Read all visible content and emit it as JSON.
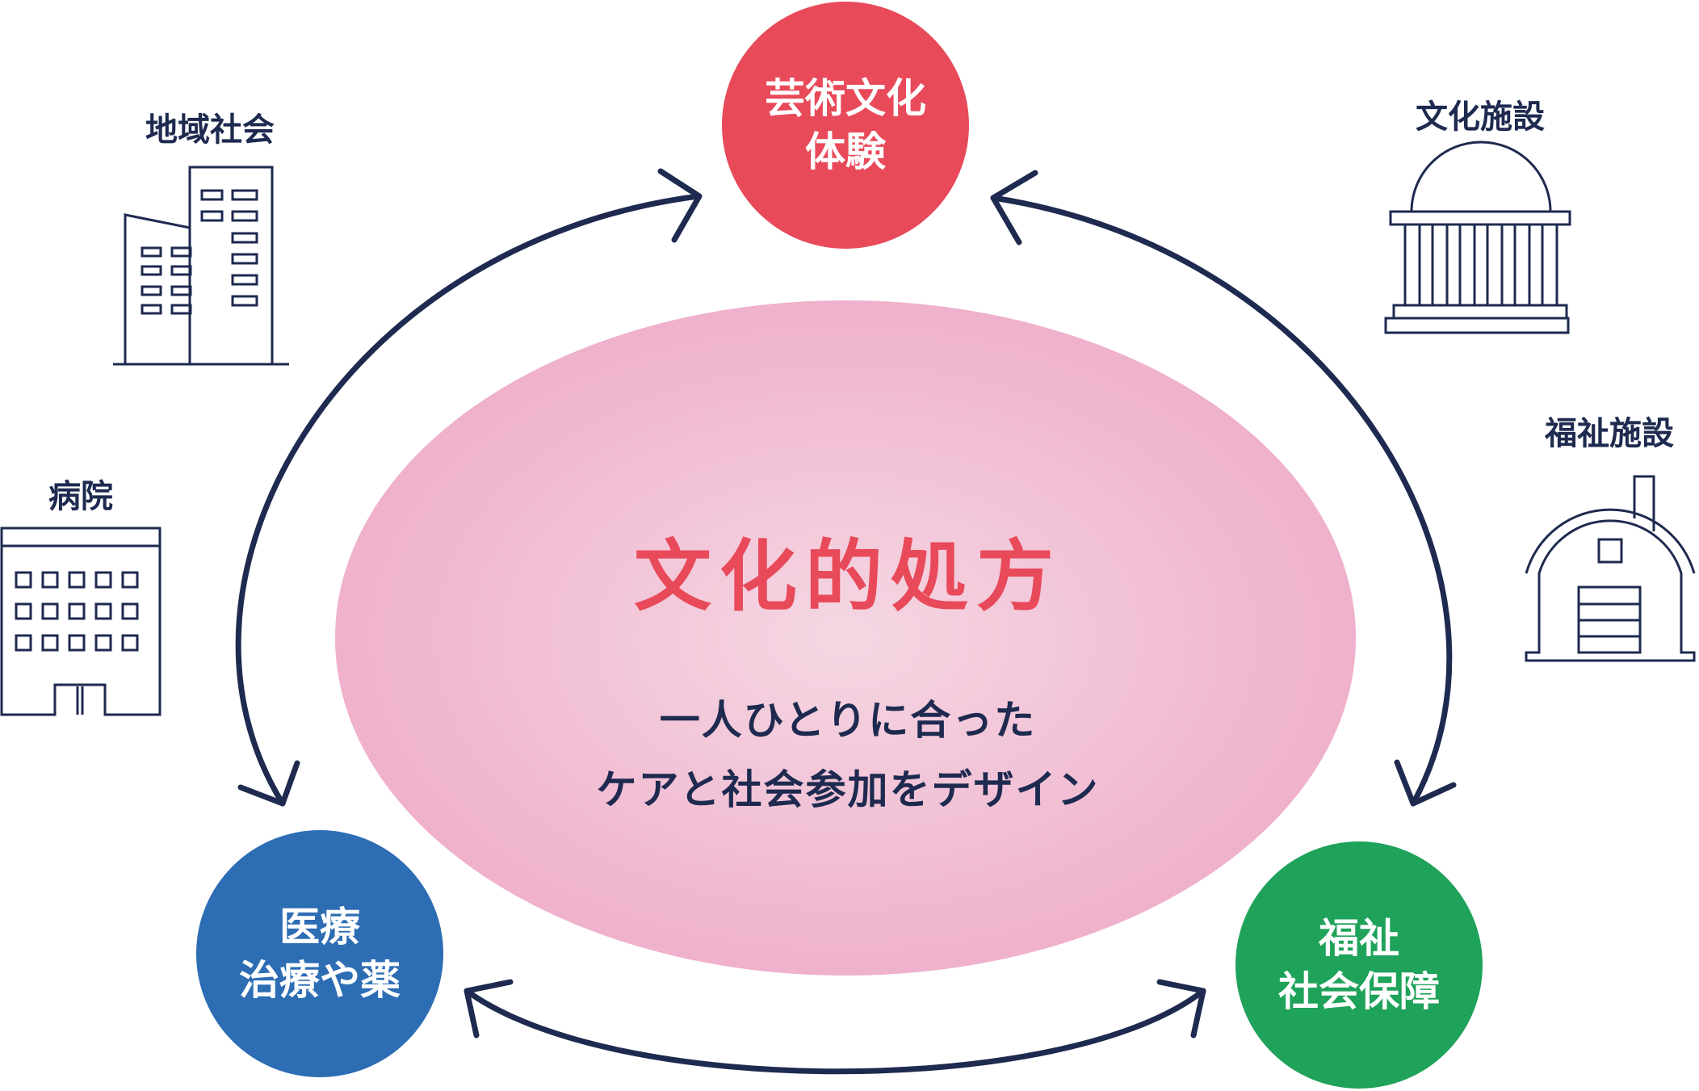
{
  "center": {
    "title": "文化的処方",
    "subtitle_line1": "一人ひとりに合った",
    "subtitle_line2": "ケアと社会参加をデザイン"
  },
  "nodes": {
    "art": {
      "line1": "芸術文化",
      "line2": "体験"
    },
    "medical": {
      "line1": "医療",
      "line2": "治療や薬"
    },
    "welfare": {
      "line1": "福祉",
      "line2": "社会保障"
    }
  },
  "facilities": {
    "community": "地域社会",
    "hospital": "病院",
    "culture": "文化施設",
    "welfare": "福祉施設"
  },
  "colors": {
    "navy": "#1e2a4f",
    "art_red": "#e84a5a",
    "medical_blue": "#2d6db4",
    "welfare_green": "#1fa25a",
    "center_pink": "#f1b6cf",
    "title_red": "#e84a5a"
  },
  "icons": {
    "community": "office-building-icon",
    "hospital": "hospital-building-icon",
    "culture": "museum-building-icon",
    "welfare": "welfare-house-icon"
  }
}
